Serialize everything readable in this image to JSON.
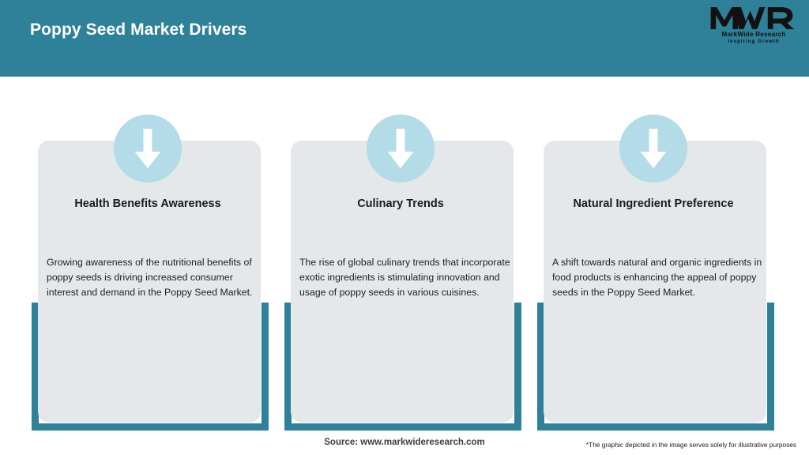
{
  "header": {
    "title": "Poppy Seed Market Drivers",
    "background_color": "#2e8199",
    "logo": {
      "mark": "MWR",
      "name": "MarkWide Research",
      "tagline": "Inspiring Growth"
    }
  },
  "theme": {
    "accent_color": "#2e8199",
    "card_background": "#e4e8ea",
    "icon_badge_color": "#b3dbe8",
    "arrow_color": "#ffffff",
    "page_background": "#ffffff"
  },
  "cards": [
    {
      "icon": "arrow-down-icon",
      "title": "Health Benefits Awareness",
      "body": "Growing awareness of the nutritional benefits of poppy seeds is driving increased consumer interest and demand in the Poppy Seed Market."
    },
    {
      "icon": "arrow-down-icon",
      "title": "Culinary Trends",
      "body": "The rise of global culinary trends that incorporate exotic ingredients is stimulating innovation and usage of poppy seeds in various cuisines."
    },
    {
      "icon": "arrow-down-icon",
      "title": "Natural Ingredient Preference",
      "body": "A shift towards natural and organic ingredients in food products is enhancing the appeal of poppy seeds in the Poppy Seed Market."
    }
  ],
  "footer": {
    "source": "Source: www.markwideresearch.com",
    "disclaimer": "*The graphic depicted in the image serves solely for illustrative purposes"
  }
}
